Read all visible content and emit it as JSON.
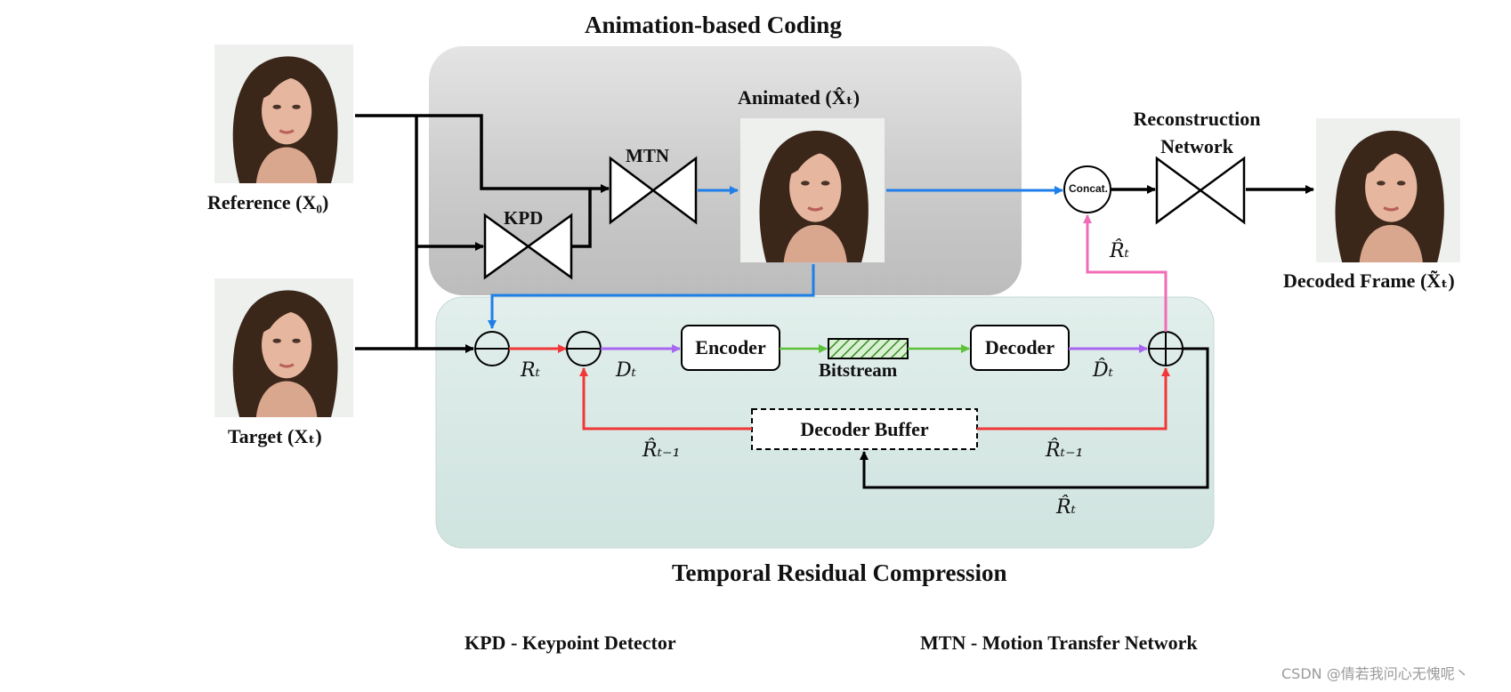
{
  "title": "Animation-based Coding",
  "bottom_title": "Temporal Residual Compression",
  "inputs": {
    "reference": "Reference (X₀)",
    "target": "Target (Xₜ)"
  },
  "blocks": {
    "kpd": "KPD",
    "mtn": "MTN",
    "animated": "Animated (X̂ₜ)",
    "concat": "Concat.",
    "reconstruction": "Reconstruction Network",
    "decoded": "Decoded Frame (X̃ₜ)",
    "encoder": "Encoder",
    "decoder": "Decoder",
    "bitstream": "Bitstream",
    "decoder_buffer": "Decoder Buffer"
  },
  "signals": {
    "r_t": "Rₜ",
    "d_t": "Dₜ",
    "d_hat_t": "D̂ₜ",
    "r_hat_t_concat": "R̂ₜ",
    "r_hat_t_minus_1_left": "R̂ₜ₋₁",
    "r_hat_t_minus_1_right": "R̂ₜ₋₁",
    "r_hat_t_bottom": "R̂ₜ"
  },
  "legend": {
    "kpd": "KPD - Keypoint Detector",
    "mtn": "MTN - Motion Transfer Network"
  },
  "watermark": "CSDN @倩若我问心无愧呢丶",
  "colors": {
    "arrow_black": "#000000",
    "arrow_blue": "#1f7fe8",
    "arrow_red": "#f03838",
    "arrow_purple": "#a867f0",
    "arrow_green": "#5cc23a",
    "arrow_pink": "#f26bb5",
    "panel_gray": "#c8c8c8",
    "panel_teal": "#d7e8e5"
  }
}
